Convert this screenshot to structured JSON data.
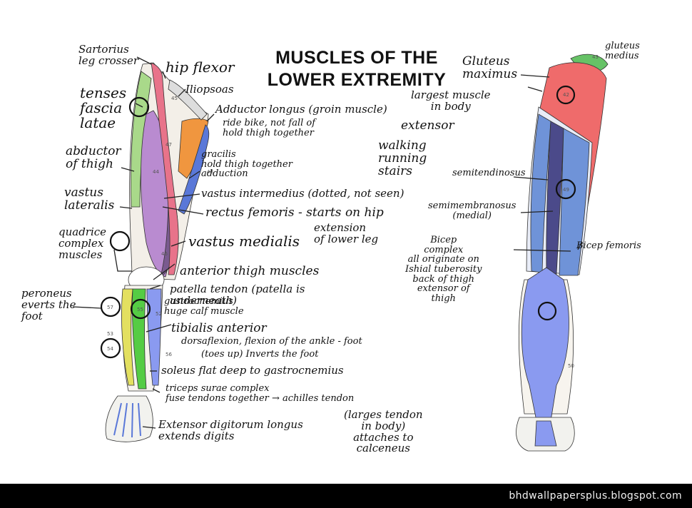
{
  "title": {
    "line1": "MUSCLES OF THE",
    "line2": "LOWER EXTREMITY"
  },
  "notes": {
    "sartorius": "Sartorius\nleg crosser",
    "hip_flexor": "hip flexor",
    "iliopsoas": "Iliopsoas",
    "tensor": "tenses\nfascia\nlatae",
    "adductor": "Adductor longus (groin muscle)",
    "adductor_sub": "ride bike, not fall of\nhold thigh together",
    "abductor": "abductor\nof thigh",
    "gracilis": "gracilis\nhold thigh together\nadduction",
    "vastus_lateralis": "vastus\nlateralis",
    "vastus_intermedius": "vastus intermedius (dotted, not seen)",
    "rectus": "rectus femoris - starts on hip",
    "rectus_sub": "extension\nof lower leg",
    "quad": "quadrice\ncomplex\nmuscles",
    "vastus_medialis": "vastus medialis",
    "anterior": "anterior thigh muscles",
    "patella": "patella tendon (patella is\nunderneath)",
    "gastro": "gastrocnemius\nhuge calf muscle",
    "peroneus": "peroneus\neverts the\nfoot",
    "tibialis": "tibialis anterior",
    "dorsi": "dorsaflexion, flexion of the ankle - foot",
    "dorsi_sub": "(toes up) Inverts the foot",
    "soleus": "soleus flat deep to gastrocnemius",
    "triceps": "triceps surae complex\nfuse tendons together → achilles tendon",
    "achilles_sub": "(larges tendon\nin body)\nattaches to\ncalceneus",
    "extensor_dig": "Extensor digitorum longus\nextends digits",
    "gluteus_medius": "gluteus\nmedius",
    "gluteus_max": "Gluteus\nmaximus",
    "largest": "largest muscle\nin body",
    "extensor": "extensor",
    "walking": "walking\nrunning\nstairs",
    "semitendinosus": "semitendinosus",
    "semimembranosus": "semimembranosus\n(medial)",
    "bicep": "Bicep\ncomplex\nall originate on\nIshial tuberosity\nback of thigh\nextensor of\nthigh",
    "bicep_femoris": "Bicep femoris"
  },
  "figure_numbers": {
    "n43": "43",
    "n45": "45",
    "n47": "47",
    "n44": "44",
    "n48": "48",
    "n46": "46",
    "n52": "52",
    "n57": "57",
    "n55": "55",
    "n56": "56",
    "n54": "54",
    "n53": "53",
    "n42": "42",
    "n49": "49",
    "n50": "50"
  },
  "watermark": "bhdwallpapersplus.blogspot.com",
  "colors": {
    "sartorius": "#e8738a",
    "tensor": "#a9d98a",
    "rectus": "#b98bd0",
    "vastus_medialis": "#7a5a8f",
    "adductor": "#f0963f",
    "gracilis": "#5a78d8",
    "gluteus_max": "#ef6b6b",
    "gluteus_medius": "#66c266",
    "hamstring_blue": "#6f93d8",
    "hamstring_dark": "#4b4a8a",
    "calf": "#8a9af0",
    "tibialis": "#55cc44",
    "peroneus": "#e3e060"
  }
}
